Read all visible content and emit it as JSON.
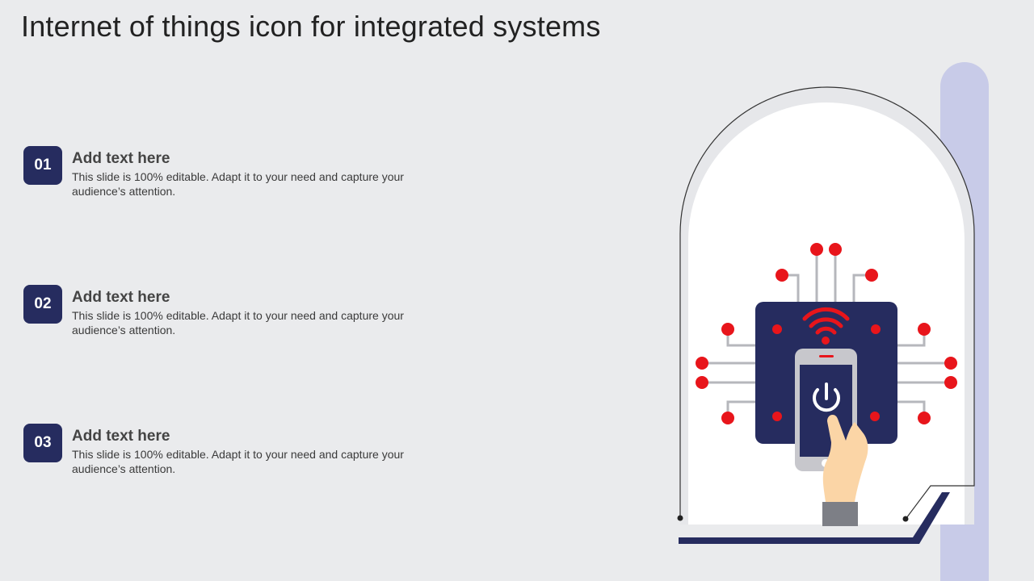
{
  "title": "Internet of things icon for integrated systems",
  "items": [
    {
      "number": "01",
      "heading": "Add text here",
      "body": "This slide is 100% editable. Adapt it to your need and capture your audience’s attention."
    },
    {
      "number": "02",
      "heading": "Add text here",
      "body": "This slide is 100% editable. Adapt it to your need and capture your audience’s attention."
    },
    {
      "number": "03",
      "heading": "Add text here",
      "body": "This slide is 100% editable. Adapt it to your need and capture your audience’s attention."
    }
  ],
  "colors": {
    "background": "#eaebed",
    "navy": "#262c5f",
    "accent_red": "#e8151b",
    "lavender": "#c8cbe8",
    "skin": "#fbd5a6",
    "sleeve": "#7d7f86",
    "phone_body": "#c7c7cc",
    "circuit_line": "#b6b7bc"
  },
  "icons": [
    "wifi-icon",
    "power-icon",
    "hand-icon",
    "smartphone-icon",
    "circuit-chip-icon"
  ]
}
